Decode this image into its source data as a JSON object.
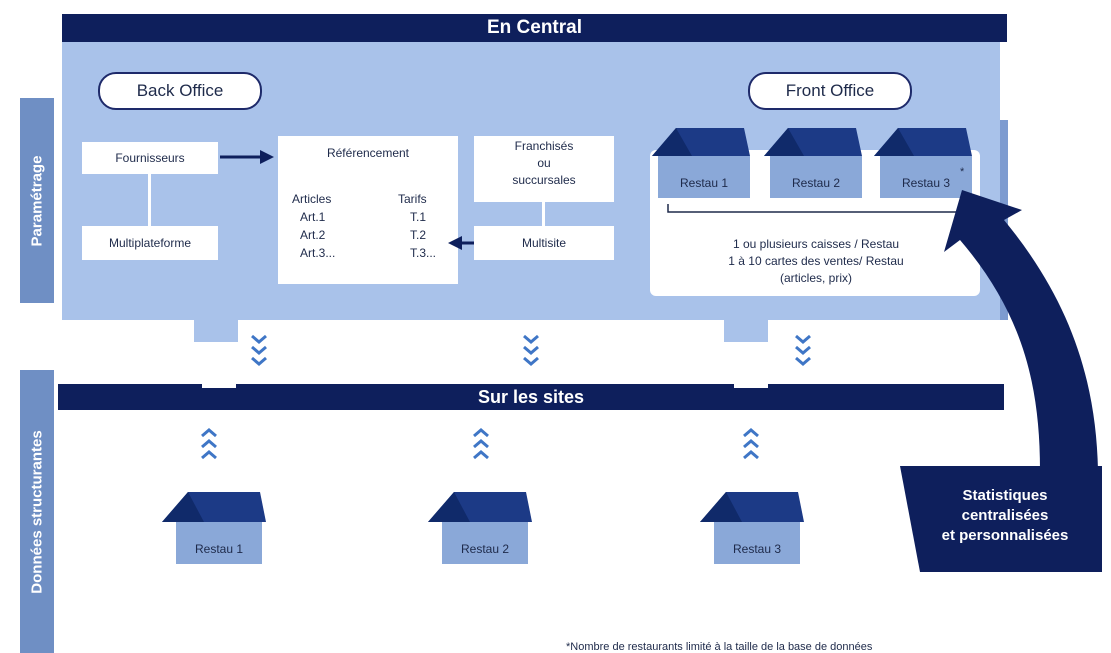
{
  "header": {
    "central_title": "En Central",
    "sites_title": "Sur les sites"
  },
  "side_labels": {
    "top": "Paramétrage",
    "bottom": "Données structurantes"
  },
  "back_office": {
    "label": "Back Office",
    "suppliers": "Fournisseurs",
    "multiplatform": "Multiplateforme",
    "referencing": {
      "title": "Référencement",
      "col1_header": "Articles",
      "col2_header": "Tarifs",
      "articles": [
        "Art.1",
        "Art.2",
        "Art.3..."
      ],
      "tarifs": [
        "T.1",
        "T.2",
        "T.3..."
      ]
    },
    "franchise": [
      "Franchisés",
      "ou",
      "succursales"
    ],
    "multisite": "Multisite"
  },
  "front_office": {
    "label": "Front Office",
    "restaus": [
      "Restau 1",
      "Restau 2",
      "Restau 3"
    ],
    "restau3_mark": "*",
    "info_lines": [
      "1 ou plusieurs caisses / Restau",
      "1 à 10 cartes des ventes/ Restau",
      "(articles, prix)"
    ]
  },
  "sites": {
    "restaus": [
      "Restau 1",
      "Restau 2",
      "Restau 3"
    ]
  },
  "statistics": [
    "Statistiques",
    "centralisées",
    "et personnalisées"
  ],
  "footnote": "*Nombre de restaurants limité à la taille de la base de données",
  "colors": {
    "dark_navy": "#0e1f5c",
    "panel_blue": "#a9c2ea",
    "side_blue": "#6f8fc4",
    "chevron_blue": "#3f76c6"
  }
}
